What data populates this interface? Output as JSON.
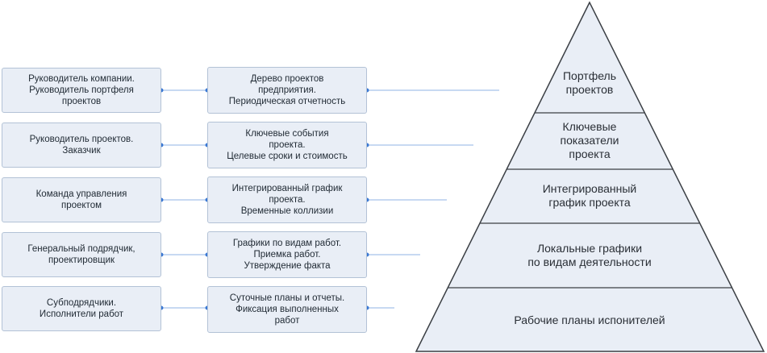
{
  "rows": [
    {
      "role": "Руководитель компании.\nРуководитель портфеля\nпроектов",
      "deliverable": "Дерево проектов\nпредприятия.\nПериодическая отчетность"
    },
    {
      "role": "Руководитель проектов.\nЗаказчик",
      "deliverable": "Ключевые события\nпроекта.\nЦелевые сроки и стоимость"
    },
    {
      "role": "Команда управления\nпроектом",
      "deliverable": "Интегрированный график\nпроекта.\nВременные коллизии"
    },
    {
      "role": "Генеральный подрядчик,\nпроектировщик",
      "deliverable": "Графики по видам работ.\nПриемка работ.\nУтверждение факта"
    },
    {
      "role": "Субподрядчики.\nИсполнители работ",
      "deliverable": "Суточные планы и отчеты.\nФиксация выполненных\nработ"
    }
  ],
  "pyramid": [
    {
      "label": "Портфель\nпроектов"
    },
    {
      "label": "Ключевые\nпоказатели\nпроекта"
    },
    {
      "label": "Интегрированный\nграфик проекта"
    },
    {
      "label": "Локальные графики\nпо видам деятельности"
    },
    {
      "label": "Рабочие планы испонителей"
    }
  ],
  "colors": {
    "box_fill": "#e9eef6",
    "box_border": "#b3c2d6",
    "connector": "#3a78d4",
    "pyramid_fill": "#e9eef6",
    "pyramid_stroke": "#3b3f44"
  }
}
